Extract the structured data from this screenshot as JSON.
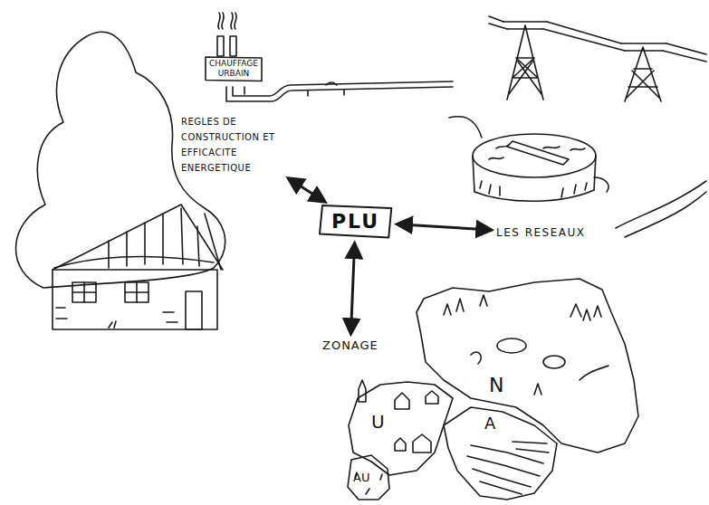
{
  "diagram": {
    "nodes": [
      {
        "text": [
          "CHAUFFAGE URBAIN"
        ]
      },
      {
        "text": [
          "REGLES DE CONSTRUCTION ET EFFICACITE ENERGETIQUE"
        ]
      },
      {
        "text": [
          "PLU"
        ]
      },
      {
        "text": [
          "LES RESEAUX"
        ]
      },
      {
        "text": [
          "ZONAGE"
        ]
      },
      {
        "text": [
          "N"
        ]
      },
      {
        "text": [
          "U"
        ]
      },
      {
        "text": [
          "AU"
        ]
      },
      {
        "text": [
          "A"
        ]
      }
    ],
    "edges": [
      {
        "from": 2,
        "to": 1,
        "arrow": "both"
      },
      {
        "from": 2,
        "to": 3,
        "arrow": "both"
      },
      {
        "from": 2,
        "to": 4,
        "arrow": "both"
      }
    ]
  }
}
